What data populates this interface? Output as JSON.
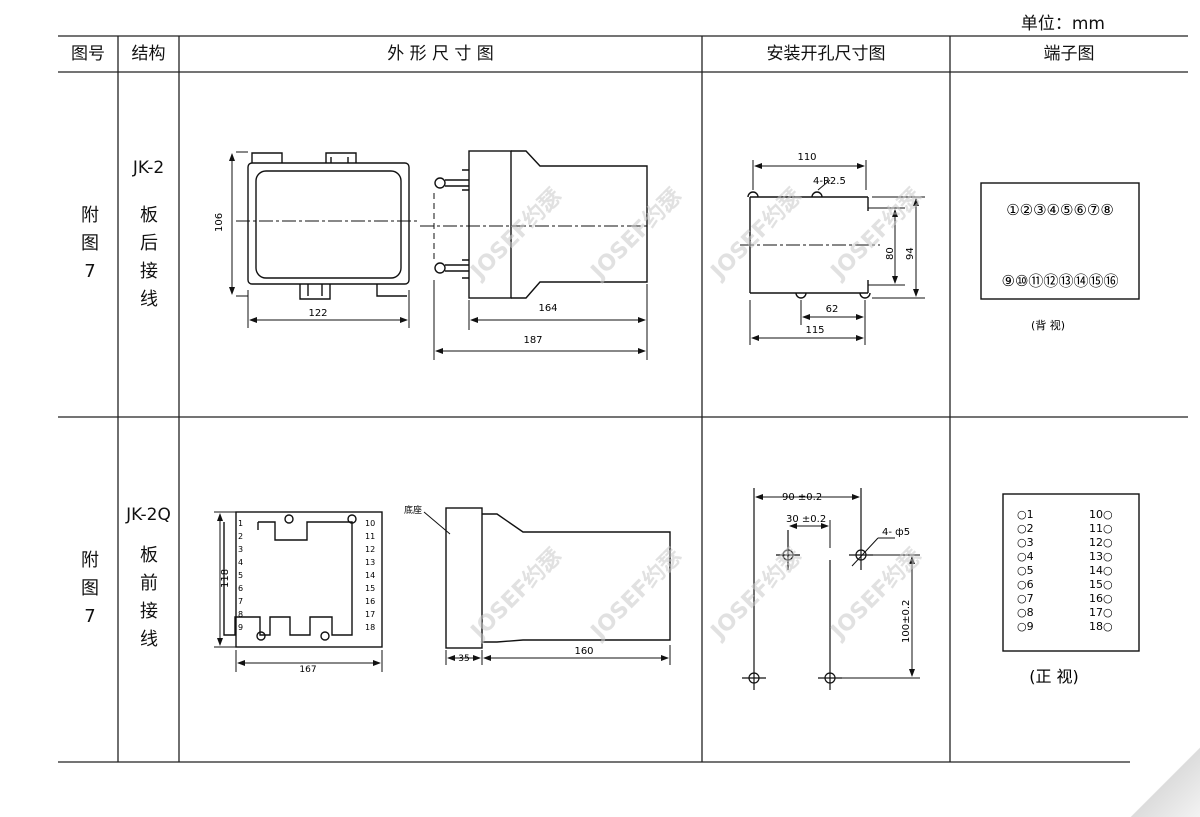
{
  "unit_label": "单位：mm",
  "headers": {
    "fig_no": "图号",
    "structure": "结构",
    "outline": "外 形 尺 寸 图",
    "mount": "安装开孔尺寸图",
    "terminal": "端子图"
  },
  "watermark": "JOSEF约瑟",
  "rows": [
    {
      "fig": [
        "附",
        "图",
        "7"
      ],
      "model": "JK-2",
      "wiring": [
        "板",
        "后",
        "接",
        "线"
      ],
      "outline_dims": {
        "height": "106",
        "width": "122",
        "depth_body": "164",
        "depth_total": "187"
      },
      "mount_dims": {
        "w_top": "110",
        "holes": "4-R2.5",
        "h_inner": "80",
        "h_outer": "94",
        "w_inner": "62",
        "w_bottom": "115"
      },
      "terminals_top": [
        "①",
        "②",
        "③",
        "④",
        "⑤",
        "⑥",
        "⑦",
        "⑧"
      ],
      "terminals_bottom": [
        "⑨",
        "⑩",
        "⑪",
        "⑫",
        "⑬",
        "⑭",
        "⑮",
        "⑯"
      ],
      "view": "(背 视)"
    },
    {
      "fig": [
        "附",
        "图",
        "7"
      ],
      "model": "JK-2Q",
      "wiring": [
        "板",
        "前",
        "接",
        "线"
      ],
      "outline_dims": {
        "height": "118",
        "width": "167",
        "base_label": "底座",
        "base_depth": "35",
        "body_depth": "160"
      },
      "left_numbers": [
        "1",
        "2",
        "3",
        "4",
        "5",
        "6",
        "7",
        "8",
        "9"
      ],
      "right_numbers": [
        "10",
        "11",
        "12",
        "13",
        "14",
        "15",
        "16",
        "17",
        "18"
      ],
      "mount_dims": {
        "w_outer": "90 ±0.2",
        "w_inner": "30 ±0.2",
        "holes": "4- ф5",
        "height": "100±0.2"
      },
      "terminals_left": [
        "1",
        "2",
        "3",
        "4",
        "5",
        "6",
        "7",
        "8",
        "9"
      ],
      "terminals_right": [
        "10",
        "11",
        "12",
        "13",
        "14",
        "15",
        "16",
        "17",
        "18"
      ],
      "view": "(正 视)"
    }
  ]
}
